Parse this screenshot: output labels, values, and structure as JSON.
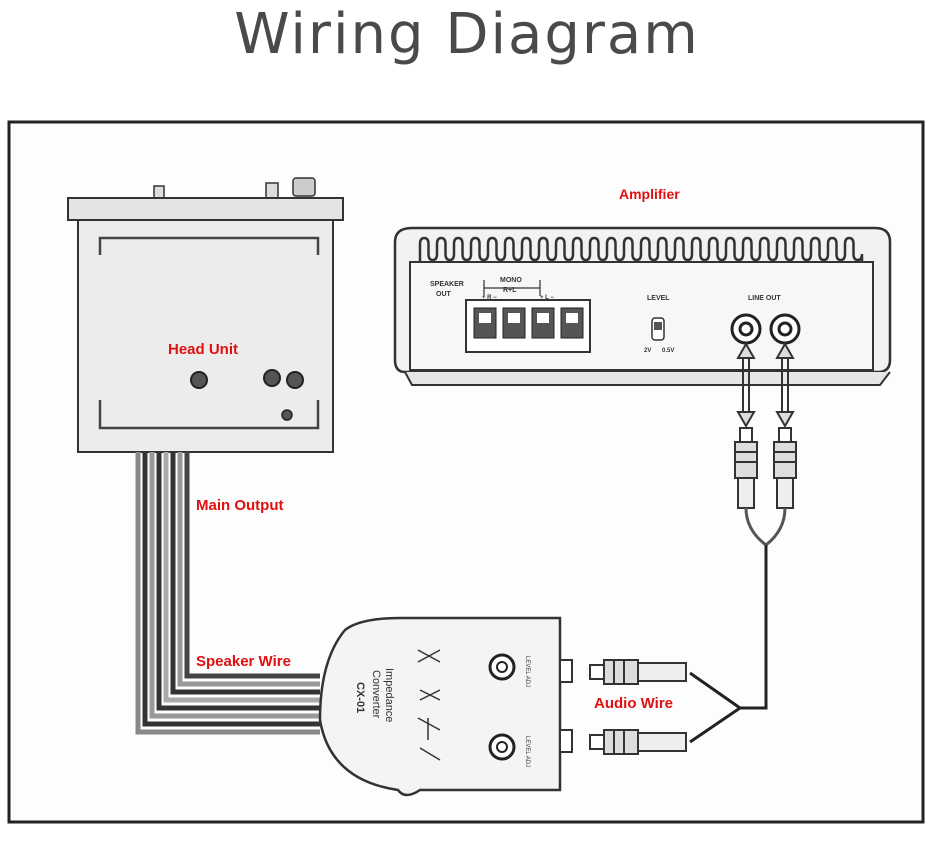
{
  "title": "Wiring Diagram",
  "labels": {
    "head_unit": "Head Unit",
    "main_output": "Main Output",
    "speaker_wire": "Speaker Wire",
    "amplifier": "Amplifier",
    "audio_wire": "Audio Wire"
  },
  "amplifier_panel": {
    "speaker_out_1": "SPEAKER",
    "speaker_out_2": "OUT",
    "mono": "MONO",
    "rl": "R+L",
    "r_plus": "+ R −",
    "l_plus": "+ L −",
    "level": "LEVEL",
    "level_low": "2V",
    "level_high": "0.5V",
    "line_out": "LINE OUT"
  },
  "converter": {
    "name_1": "Impedance",
    "name_2": "Converter",
    "model": "CX-01",
    "knob_label": "LEVEL ADJ"
  },
  "colors": {
    "label_red": "#e01010",
    "line_dark": "#333333",
    "title_gray": "#4a4a4a"
  }
}
